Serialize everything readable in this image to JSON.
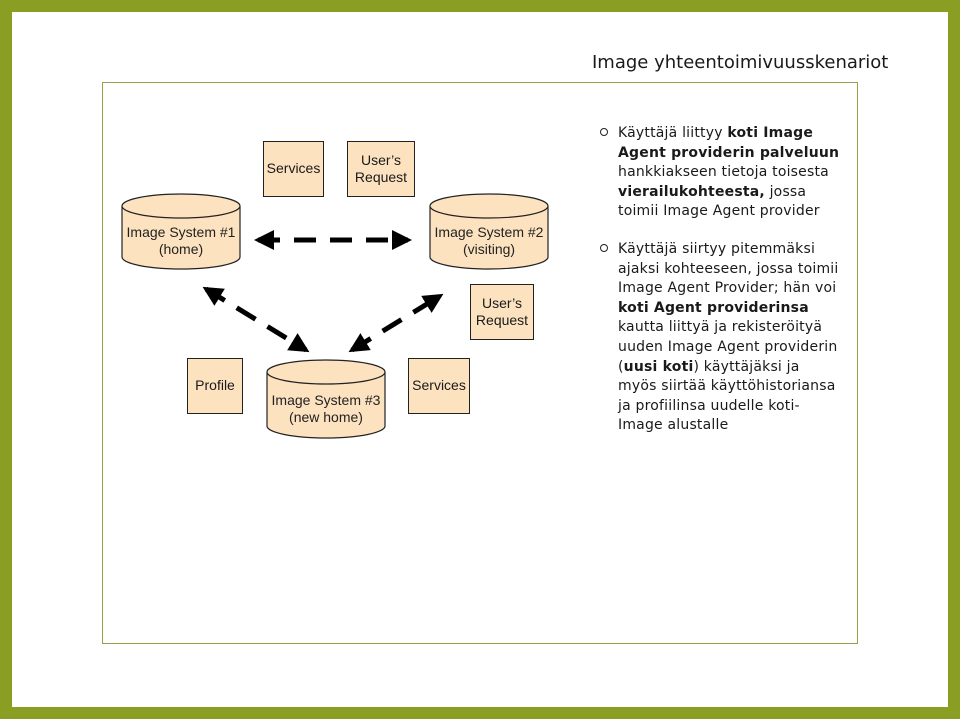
{
  "title": "Image yhteentoimivuusskenariot",
  "diagram": {
    "cyl_home": {
      "line1": "Image System #1",
      "line2": "(home)"
    },
    "cyl_visiting": {
      "line1": "Image System #2",
      "line2": "(visiting)"
    },
    "cyl_newhome": {
      "line1": "Image System #3",
      "line2": "(new home)"
    },
    "box_services_top": "Services",
    "box_request_top": {
      "line1": "User’s",
      "line2": "Request"
    },
    "box_request_right": {
      "line1": "User’s",
      "line2": "Request"
    },
    "box_profile": "Profile",
    "box_services_bottom": "Services"
  },
  "bullets": {
    "b1": {
      "p1": "Käyttäjä liittyy ",
      "p2": "koti Image Agent providerin palveluun",
      "p3": " hankkiakseen tietoja toisesta ",
      "p4": "vierailukohteesta,",
      "p5": " jossa toimii Image Agent provider"
    },
    "b2": {
      "p1": "Käyttäjä siirtyy pitemmäksi ajaksi kohteeseen, jossa toimii Image Agent Provider; hän voi ",
      "p2": "koti Agent providerinsa",
      "p3": " kautta liittyä ja rekisteröityä uuden Image Agent providerin (",
      "p4": "uusi koti",
      "p5": ") käyttäjäksi ja myös siirtää käyttöhistoriansa ja profiilinsa uudelle koti-Image alustalle"
    }
  },
  "colors": {
    "background": "#8b9e24",
    "cylinder_fill": "#fde2c0",
    "box_fill": "#fde2c0",
    "arrow": "#000000"
  }
}
